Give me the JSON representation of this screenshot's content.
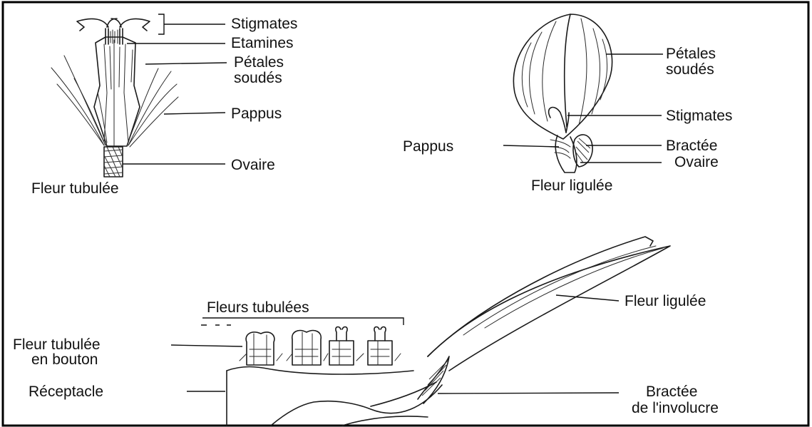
{
  "labels": {
    "tubular": {
      "stigmates": "Stigmates",
      "etamines": "Etamines",
      "petales_1": "Pétales",
      "petales_2": "soudés",
      "pappus": "Pappus",
      "ovaire": "Ovaire",
      "caption": "Fleur tubulée"
    },
    "ligulate": {
      "petales_1": "Pétales",
      "petales_2": "soudés",
      "stigmates": "Stigmates",
      "pappus": "Pappus",
      "bractee": "Bractée",
      "ovaire": "Ovaire",
      "caption": "Fleur ligulée"
    },
    "head": {
      "fleurs_tubulees": "Fleurs tubulées",
      "fleur_ligulee": "Fleur ligulée",
      "bouton_1": "Fleur tubulée",
      "bouton_2": "en bouton",
      "receptacle": "Réceptacle",
      "bractee_1": "Bractée",
      "bractee_2": "de l'involucre"
    }
  },
  "colors": {
    "ink": "#111111",
    "frame": "#000000",
    "background": "#ffffff"
  }
}
